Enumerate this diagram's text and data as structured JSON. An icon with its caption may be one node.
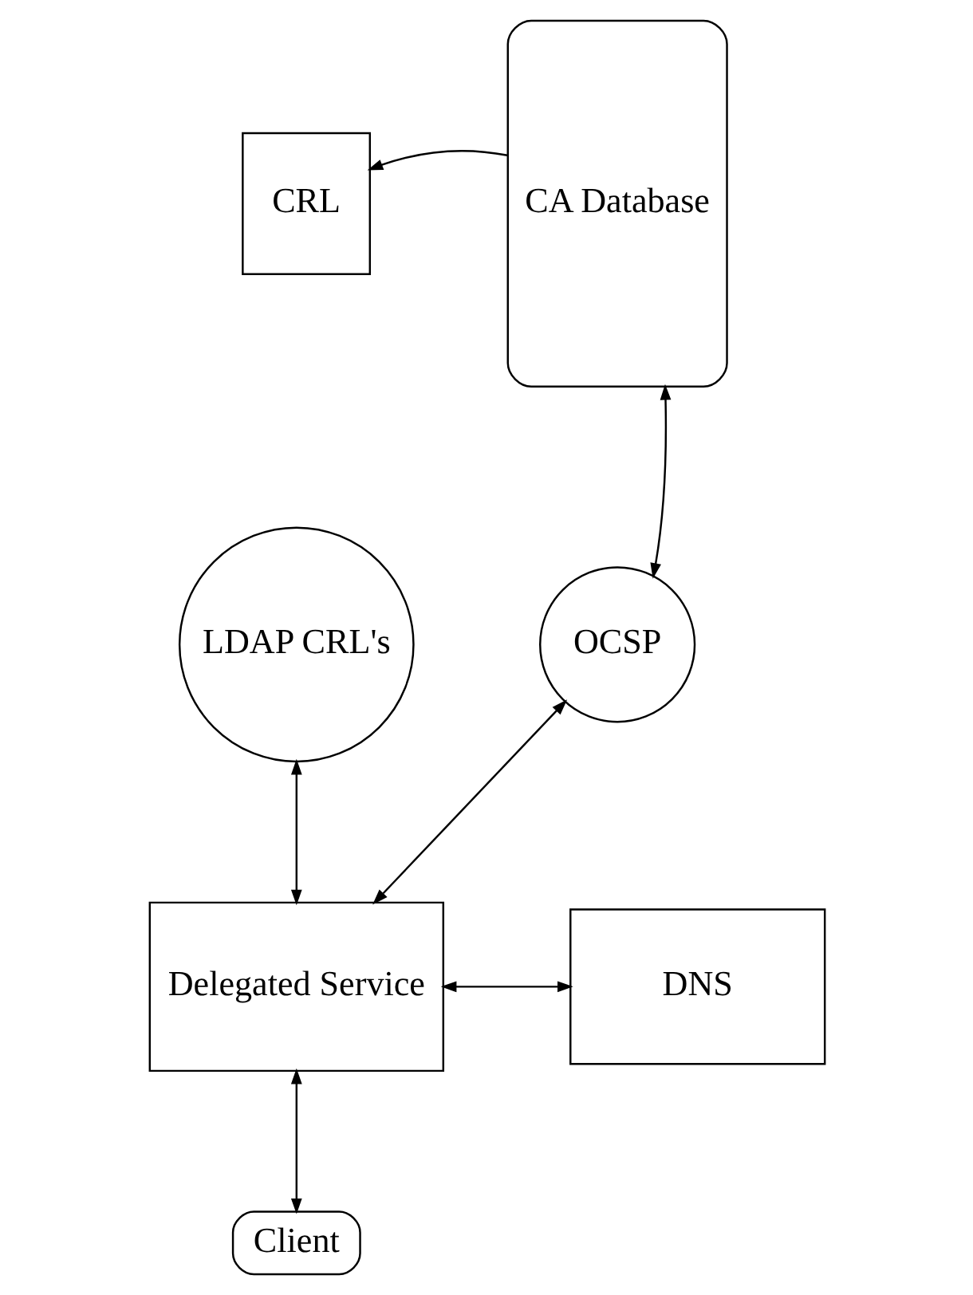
{
  "diagram": {
    "nodes": [
      {
        "text": [
          "CRL"
        ]
      },
      {
        "text": [
          "CA Database"
        ]
      },
      {
        "text": [
          "LDAP CRL's"
        ]
      },
      {
        "text": [
          "OCSP"
        ]
      },
      {
        "text": [
          "Delegated Service"
        ]
      },
      {
        "text": [
          "DNS"
        ]
      },
      {
        "text": [
          "Client"
        ]
      }
    ],
    "edges": [
      {
        "from": 1,
        "to": 0,
        "arrow": "to"
      },
      {
        "from": 3,
        "to": 1,
        "arrow": "both"
      },
      {
        "from": 2,
        "to": 4,
        "arrow": "both"
      },
      {
        "from": 3,
        "to": 4,
        "arrow": "both"
      },
      {
        "from": 4,
        "to": 5,
        "arrow": "both"
      },
      {
        "from": 4,
        "to": 6,
        "arrow": "both"
      }
    ]
  }
}
